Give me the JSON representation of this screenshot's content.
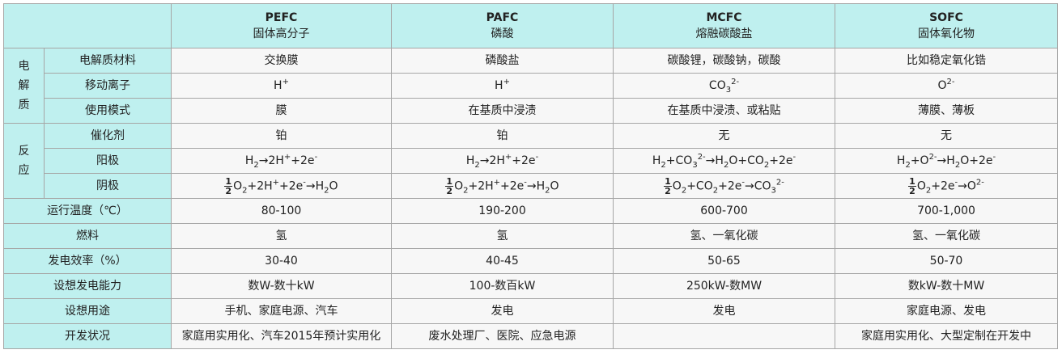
{
  "columns": [
    {
      "code": "PEFC",
      "name": "固体高分子"
    },
    {
      "code": "PAFC",
      "name": "磷酸"
    },
    {
      "code": "MCFC",
      "name": "熔融碳酸盐"
    },
    {
      "code": "SOFC",
      "name": "固体氧化物"
    }
  ],
  "groups": {
    "electrolyte": [
      "电",
      "解",
      "质"
    ],
    "reaction": [
      "反",
      "应"
    ]
  },
  "rows": {
    "material": {
      "label": "电解质材料",
      "values": [
        "交换膜",
        "磷酸盐",
        "碳酸锂，碳酸钠，碳酸",
        "比如稳定氧化锆"
      ]
    },
    "ion": {
      "label": "移动离子"
    },
    "mode": {
      "label": "使用模式",
      "values": [
        "膜",
        "在基质中浸渍",
        "在基质中浸渍、或粘贴",
        "薄膜、薄板"
      ]
    },
    "catalyst": {
      "label": "催化剂",
      "values": [
        "铂",
        "铂",
        "无",
        "无"
      ]
    },
    "anode": {
      "label": "阳极"
    },
    "cathode": {
      "label": "阴极"
    },
    "temperature": {
      "label": "运行温度（℃）",
      "values": [
        "80-100",
        "190-200",
        "600-700",
        "700-1,000"
      ]
    },
    "fuel": {
      "label": "燃料",
      "values": [
        "氢",
        "氢",
        "氢、一氧化碳",
        "氢、一氧化碳"
      ]
    },
    "efficiency": {
      "label": "发电效率（%）",
      "values": [
        "30-40",
        "40-45",
        "50-65",
        "50-70"
      ]
    },
    "capacity": {
      "label": "设想发电能力",
      "values": [
        "数W-数十kW",
        "100-数百kW",
        "250kW-数MW",
        "数kW-数十MW"
      ]
    },
    "application": {
      "label": "设想用途",
      "values": [
        "手机、家庭电源、汽车",
        "发电",
        "发电",
        "家庭电源、发电"
      ]
    },
    "status": {
      "label": "开发状况",
      "values": [
        "家庭用实用化、汽车2015年预计实用化",
        "废水处理厂、医院、应急电源",
        "",
        "家庭用实用化、大型定制在开发中"
      ]
    }
  }
}
